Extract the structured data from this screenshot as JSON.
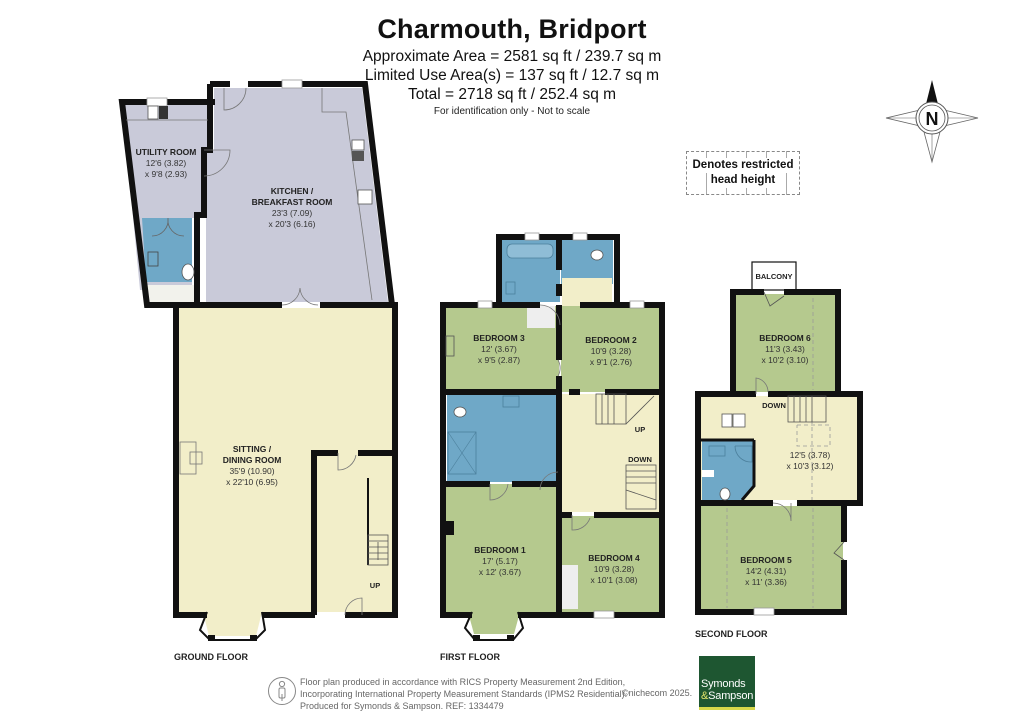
{
  "header": {
    "title": "Charmouth, Bridport",
    "approx_area": "Approximate Area = 2581 sq ft / 239.7 sq m",
    "limited_use": "Limited Use Area(s) = 137 sq ft / 12.7 sq m",
    "total": "Total = 2718 sq ft / 252.4 sq m",
    "disclaimer": "For identification only - Not to scale"
  },
  "legend": {
    "line1": "Denotes restricted",
    "line2": "head height"
  },
  "compass": {
    "label": "N",
    "icon": "north-arrow-icon"
  },
  "colors": {
    "wall": "#111111",
    "kitchen_utility": "#c9cad9",
    "bathroom": "#6fa8c7",
    "bedroom": "#b5c98e",
    "living_hall": "#f2eec9",
    "cupboard": "#eeeeee",
    "brand_green": "#1e5631",
    "brand_yellow": "#d7d84a"
  },
  "floors": {
    "ground": {
      "label": "GROUND FLOOR",
      "rooms": [
        {
          "name": "UTILITY ROOM",
          "dim1": "12'6 (3.82)",
          "dim2": "x 9'8 (2.93)"
        },
        {
          "name": "KITCHEN /",
          "name2": "BREAKFAST ROOM",
          "dim1": "23'3 (7.09)",
          "dim2": "x 20'3 (6.16)"
        },
        {
          "name": "SITTING /",
          "name2": "DINING ROOM",
          "dim1": "35'9 (10.90)",
          "dim2": "x 22'10 (6.95)"
        }
      ],
      "stairs_label": "UP"
    },
    "first": {
      "label": "FIRST FLOOR",
      "rooms": [
        {
          "name": "BEDROOM 3",
          "dim1": "12' (3.67)",
          "dim2": "x 9'5 (2.87)"
        },
        {
          "name": "BEDROOM 2",
          "dim1": "10'9 (3.28)",
          "dim2": "x 9'1 (2.76)"
        },
        {
          "name": "BEDROOM 1",
          "dim1": "17' (5.17)",
          "dim2": "x 12' (3.67)"
        },
        {
          "name": "BEDROOM 4",
          "dim1": "10'9 (3.28)",
          "dim2": "x 10'1 (3.08)"
        }
      ],
      "stairs_up": "UP",
      "stairs_down": "DOWN"
    },
    "second": {
      "label": "SECOND FLOOR",
      "balcony": "BALCONY",
      "rooms": [
        {
          "name": "BEDROOM 6",
          "dim1": "11'3 (3.43)",
          "dim2": "x 10'2 (3.10)"
        },
        {
          "name": "",
          "dim1": "12'5 (3.78)",
          "dim2": "x 10'3 (3.12)"
        },
        {
          "name": "BEDROOM 5",
          "dim1": "14'2 (4.31)",
          "dim2": "x 11' (3.36)"
        }
      ],
      "stairs_down": "DOWN"
    }
  },
  "footer": {
    "line1": "Floor plan produced in accordance with RICS Property Measurement 2nd Edition,",
    "line2": "Incorporating International Property Measurement Standards (IPMS2 Residential).",
    "line3": "Produced for Symonds & Sampson.   REF:  1334479",
    "copyright": "©nichecom 2025.",
    "brand_line1": "Symonds",
    "brand_amp": "&",
    "brand_line2": "Sampson"
  }
}
